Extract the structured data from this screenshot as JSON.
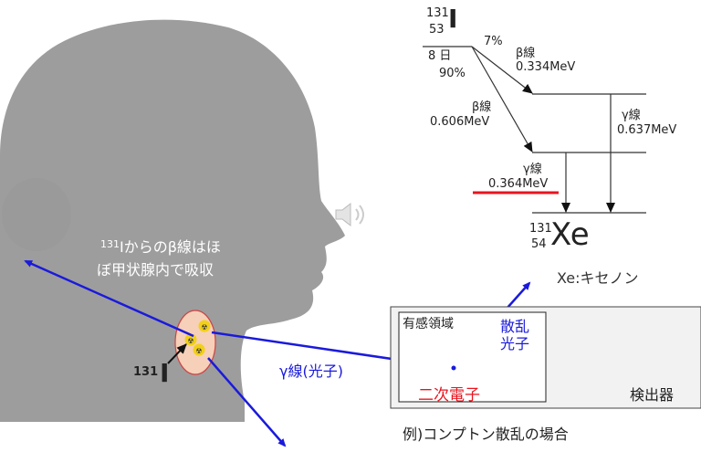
{
  "decay_scheme": {
    "parent_mass": "131",
    "parent_atomic": "53",
    "parent_symbol": "I",
    "half_life": "8 日",
    "branch_7": "7%",
    "branch_90": "90%",
    "beta1_label": "β線",
    "beta1_energy": "0.334MeV",
    "beta2_label": "β線",
    "beta2_energy": "0.606MeV",
    "gamma1_label": "γ線",
    "gamma1_energy": "0.637MeV",
    "gamma2_label": "γ線",
    "gamma2_energy": "0.364MeV",
    "daughter_mass": "131",
    "daughter_atomic": "54",
    "daughter_symbol": "Xe",
    "daughter_name": "Xe:キセノン",
    "highlight_color": "#e8141e"
  },
  "body": {
    "beta_note_sup": "131",
    "beta_note_line1": "Iからのβ線はほ",
    "beta_note_line2": "ぼ甲状腺内で吸収",
    "iodine_mass": "131",
    "iodine_symbol": "I",
    "gamma_label": "γ線(光子)",
    "arrow_color": "#1a1adc"
  },
  "detector": {
    "region_label": "有感領域",
    "scattered_photon": "散乱\n光子",
    "secondary_electron": "二次電子",
    "detector_label": "検出器",
    "example_note": "例)コンプトン散乱の場合",
    "electron_color": "#c0501e"
  }
}
